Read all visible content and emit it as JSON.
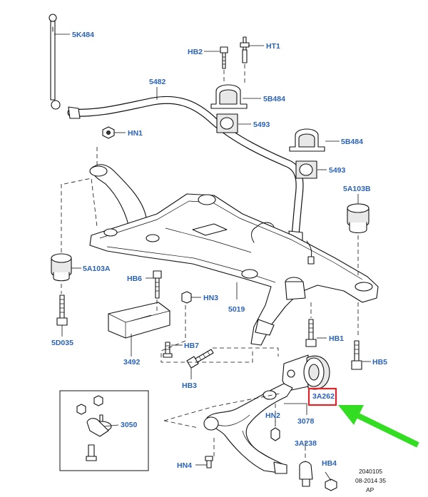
{
  "labels": {
    "l_5k484": "5K484",
    "l_hb2": "HB2",
    "l_ht1": "HT1",
    "l_5482": "5482",
    "l_5b484_top": "5B484",
    "l_hn1": "HN1",
    "l_5493_top": "5493",
    "l_5b484_right": "5B484",
    "l_5493_right": "5493",
    "l_5a103b": "5A103B",
    "l_5a103a": "5A103A",
    "l_hb6": "HB6",
    "l_hn3": "HN3",
    "l_5019": "5019",
    "l_5d035": "5D035",
    "l_hb1": "HB1",
    "l_hb7": "HB7",
    "l_3492": "3492",
    "l_hb5": "HB5",
    "l_hb3": "HB3",
    "l_3a262": "3A262",
    "l_3050": "3050",
    "l_hn2": "HN2",
    "l_3078": "3078",
    "l_3a238": "3A238",
    "l_hn4": "HN4",
    "l_hb4": "HB4"
  },
  "reference": {
    "line1": "2040105",
    "line2": "08-2014 35",
    "line3": "AP"
  },
  "colors": {
    "label": "#2a62b8",
    "highlight": "#e0252a",
    "arrow": "#33dd22"
  }
}
